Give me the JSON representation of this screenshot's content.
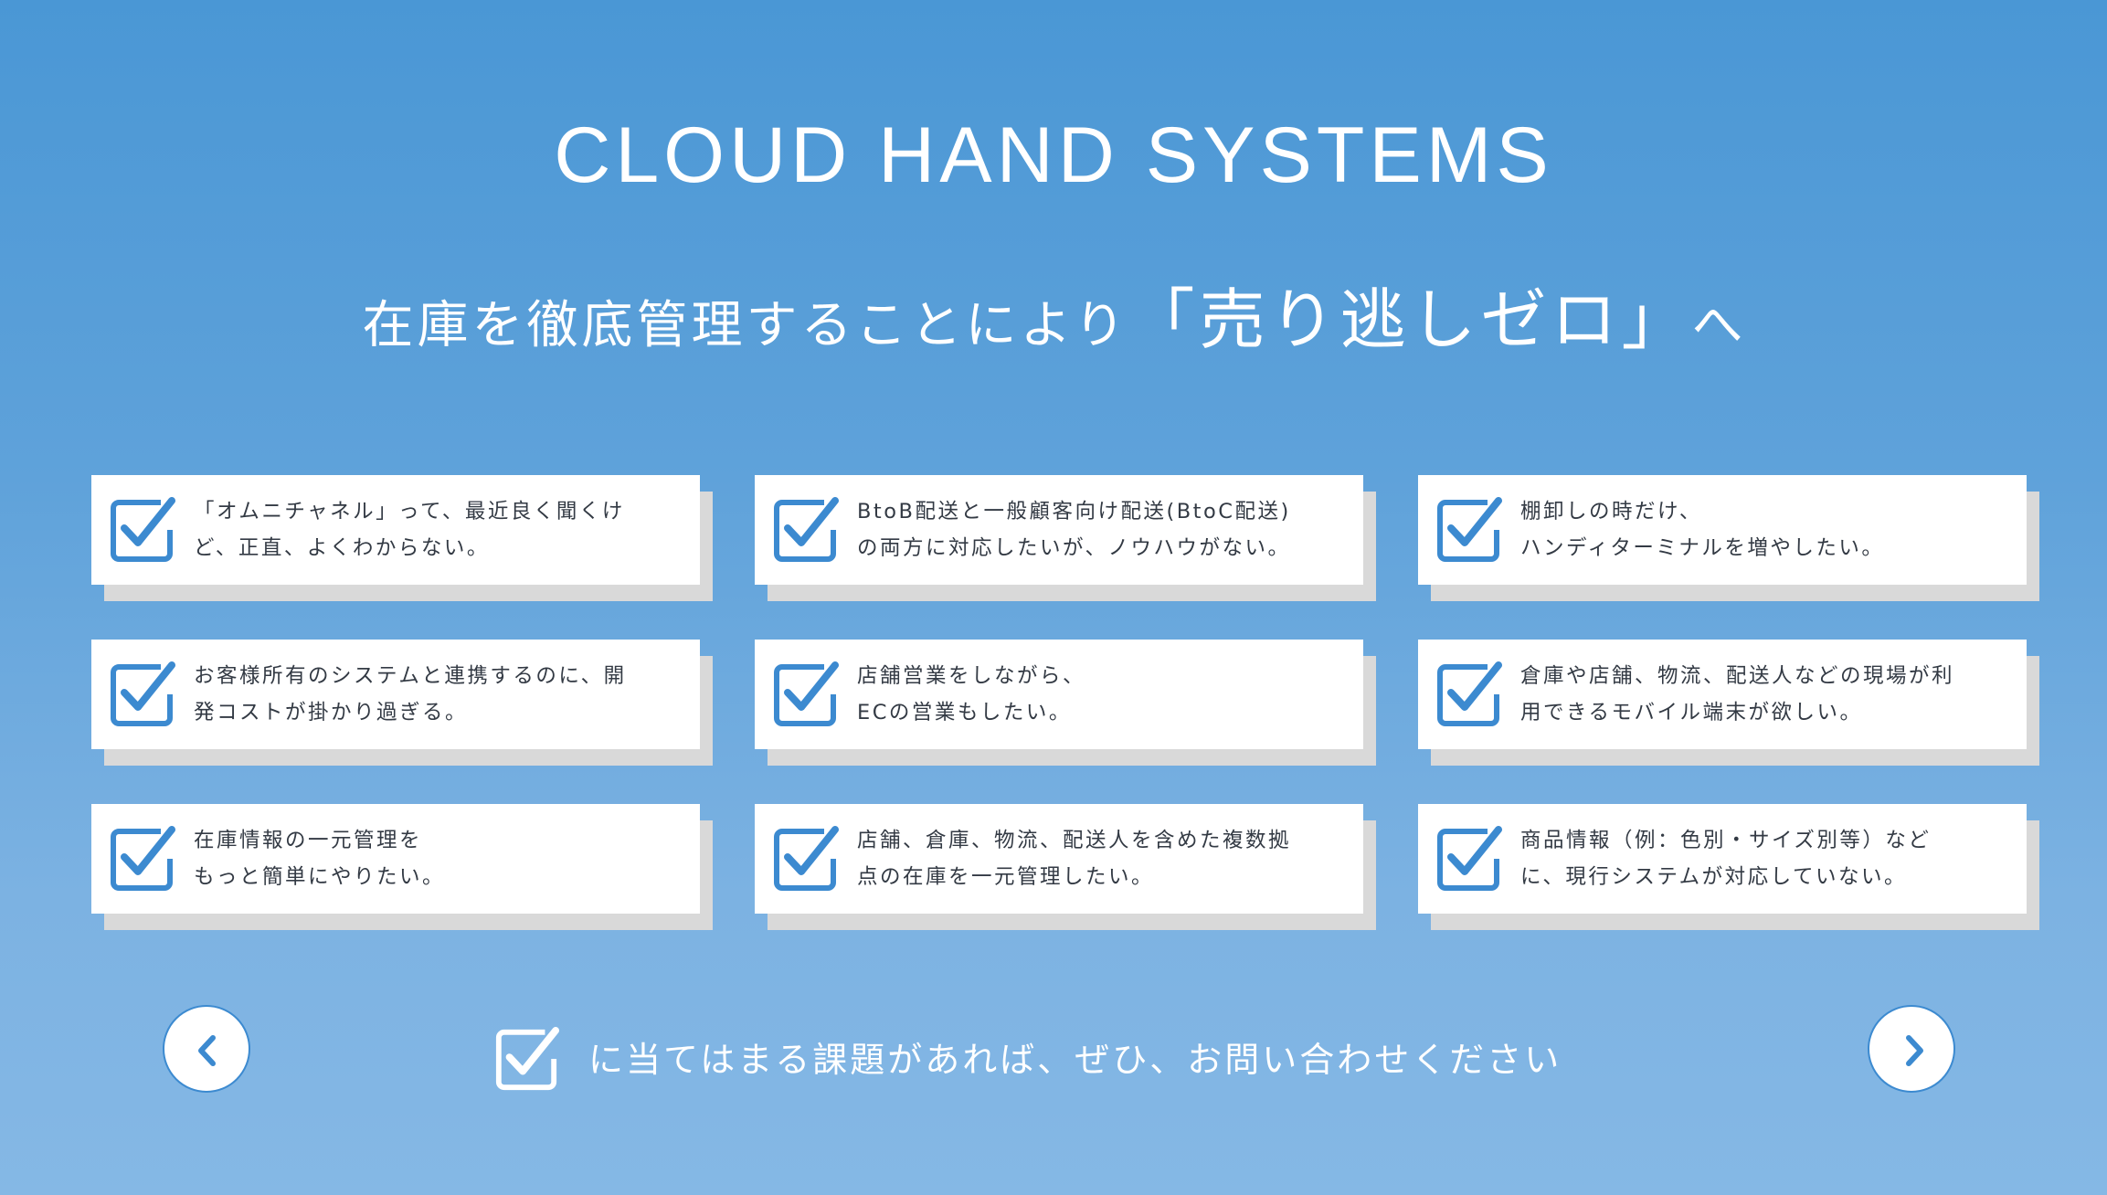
{
  "brand": {
    "title": "CLOUD HAND SYSTEMS"
  },
  "headline": {
    "lead": "在庫を徹底管理することにより",
    "emphasis": "「売り逃しゼロ」",
    "tail": "へ"
  },
  "cards": [
    {
      "line1": "「オムニチャネル」って、最近良く聞くけ",
      "line2": "ど、正直、よくわからない。"
    },
    {
      "line1": "BtoB配送と一般顧客向け配送(BtoC配送)",
      "line2": "の両方に対応したいが、ノウハウがない。"
    },
    {
      "line1": "棚卸しの時だけ、",
      "line2": "ハンディターミナルを増やしたい。"
    },
    {
      "line1": "お客様所有のシステムと連携するのに、開",
      "line2": "発コストが掛かり過ぎる。"
    },
    {
      "line1": "店舗営業をしながら、",
      "line2": "ECの営業もしたい。"
    },
    {
      "line1": "倉庫や店舗、物流、配送人などの現場が利",
      "line2": "用できるモバイル端末が欲しい。"
    },
    {
      "line1": "在庫情報の一元管理を",
      "line2": "もっと簡単にやりたい。"
    },
    {
      "line1": "店舗、倉庫、物流、配送人を含めた複数拠",
      "line2": "点の在庫を一元管理したい。"
    },
    {
      "line1": "商品情報（例：色別・サイズ別等）など",
      "line2": "に、現行システムが対応していない。"
    }
  ],
  "cta": {
    "text": "に当てはまる課題があれば、ぜひ、お問い合わせください"
  },
  "icons": {
    "card_check": "checkbox-checked-icon",
    "prev": "chevron-left-icon",
    "next": "chevron-right-icon"
  },
  "colors": {
    "accent": "#3c8ad0",
    "card_text": "#333a44",
    "card_shadow": "#d9d9d9"
  }
}
